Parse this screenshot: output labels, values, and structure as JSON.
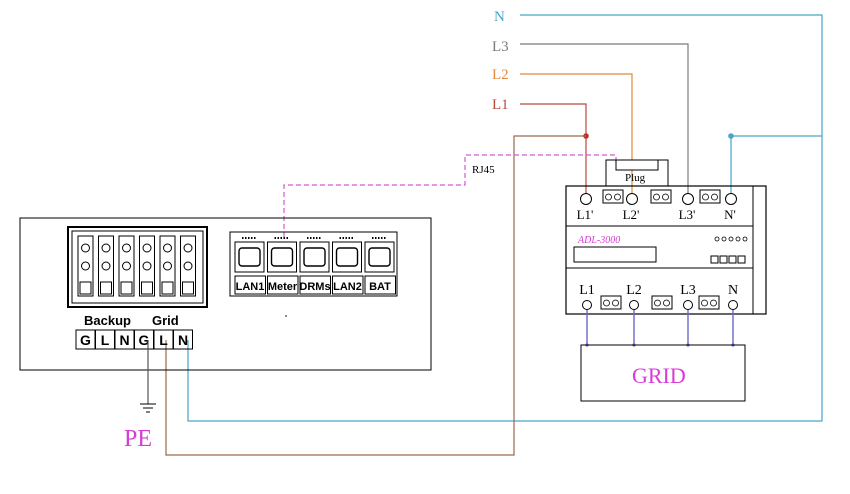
{
  "phases": {
    "n": {
      "label": "N",
      "color": "#4aa3c8"
    },
    "l3": {
      "label": "L3",
      "color": "#7a7a7a"
    },
    "l2": {
      "label": "L2",
      "color": "#e08a3a"
    },
    "l1": {
      "label": "L1",
      "color": "#b84a3a"
    }
  },
  "link": {
    "label": "RJ45",
    "color": "#d35bd3"
  },
  "inverter": {
    "ports": [
      "LAN1",
      "Meter",
      "DRMs",
      "LAN2",
      "BAT"
    ],
    "group_labels": {
      "backup": "Backup",
      "grid": "Grid"
    },
    "terminals": [
      "G",
      "L",
      "N",
      "G",
      "L",
      "N"
    ]
  },
  "meter": {
    "model": "ADL-3000",
    "plug_label": "Plug",
    "top_terminals": [
      "L1'",
      "L2'",
      "L3'",
      "N'"
    ],
    "bottom_terminals": [
      "L1",
      "L2",
      "L3",
      "N"
    ]
  },
  "grid_box": {
    "label": "GRID",
    "color": "#d63cd6"
  },
  "earth": {
    "label": "PE",
    "color": "#d63cd6"
  },
  "wire_colors": {
    "pe": "#555555",
    "l1_return": "#9a6a4a",
    "n_return": "#4aa3c8",
    "rj45": "#d35bd3"
  }
}
